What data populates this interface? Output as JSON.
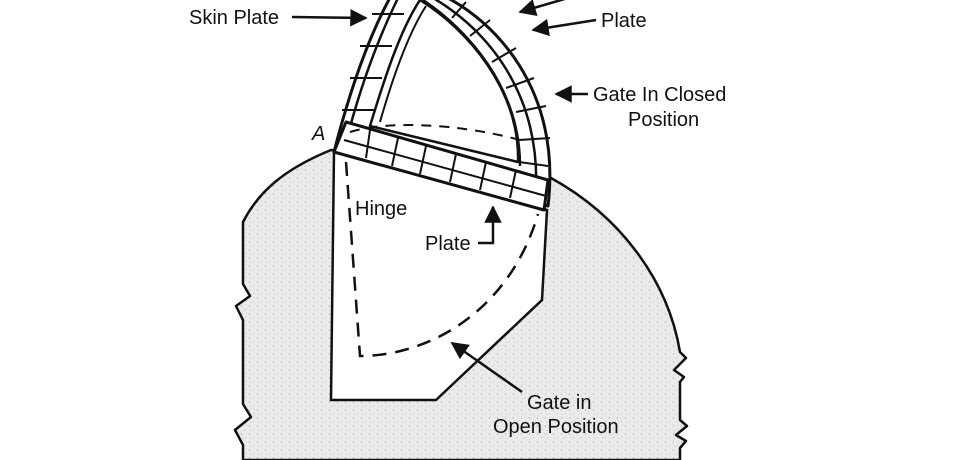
{
  "labels": {
    "skin_plate": "Skin Plate",
    "plate_top": "Plate",
    "gate_closed_line1": "Gate In Closed",
    "gate_closed_line2": "Position",
    "point_a": "A",
    "hinge": "Hinge",
    "plate_lower": "Plate",
    "gate_open_line1": "Gate in",
    "gate_open_line2": "Open Position"
  },
  "colors": {
    "ink": "#111111",
    "concrete_fill": "#e6e6e6",
    "background": "#ffffff"
  }
}
